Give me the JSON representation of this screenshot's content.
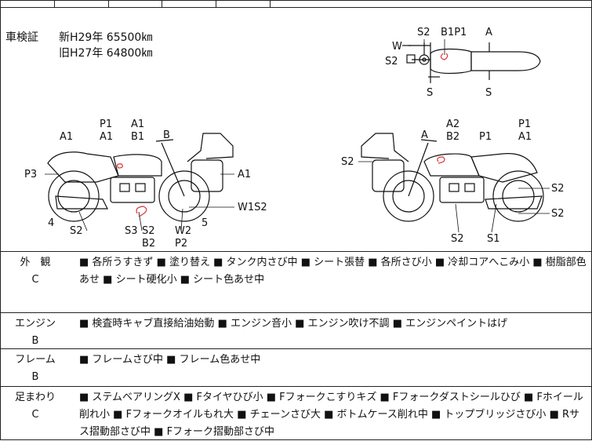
{
  "inspection": {
    "label": "車検証",
    "new": "新H29年 65500㎞",
    "old": "旧H27年 64800㎞"
  },
  "diagram": {
    "top_view": [
      "S2",
      "B1P1",
      "A",
      "W",
      "S2",
      "S",
      "S"
    ],
    "left_view": [
      "P1",
      "A1",
      "A1",
      "B1",
      "B",
      "A1",
      "P3",
      "A1",
      "W1S2",
      "4",
      "S2",
      "S3",
      "S2",
      "W2",
      "5",
      "B2",
      "P2"
    ],
    "right_view": [
      "A2",
      "A",
      "B2",
      "P1",
      "P1",
      "A1",
      "S2",
      "S2",
      "S2",
      "S2",
      "S1"
    ]
  },
  "sections": [
    {
      "name": "外　観",
      "grade": "C",
      "items": [
        "■ 各所うすきず",
        "■ 塗り替え",
        "■ タンク内さび中",
        "■ シート張替",
        "■ 各所さび小",
        "■ 冷却コアへこみ小",
        "■ 樹脂部色あせ",
        "■ シート硬化小",
        "■ シート色あせ中"
      ]
    },
    {
      "name": "エンジン",
      "grade": "B",
      "items": [
        "■ 検査時キャブ直接給油始動",
        "■ エンジン音小",
        "■ エンジン吹け不調",
        "■ エンジンペイントはげ"
      ]
    },
    {
      "name": "フレーム",
      "grade": "B",
      "items": [
        "■ フレームさび中",
        "■ フレーム色あせ中"
      ]
    },
    {
      "name": "足まわり",
      "grade": "C",
      "items": [
        "■ ステムベアリングX",
        "■ Fタイヤひび小",
        "■ Fフォークこすりキズ",
        "■ Fフォークダストシールひび",
        "■ Fホイール削れ小",
        "■ Fフォークオイルもれ大",
        "■ チェーンさび大",
        "■ ボトムケース削れ中",
        "■ トップブリッジさび小",
        "■ Rサス摺動部さび中",
        "■ Fフォーク摺動部さび中"
      ]
    }
  ]
}
